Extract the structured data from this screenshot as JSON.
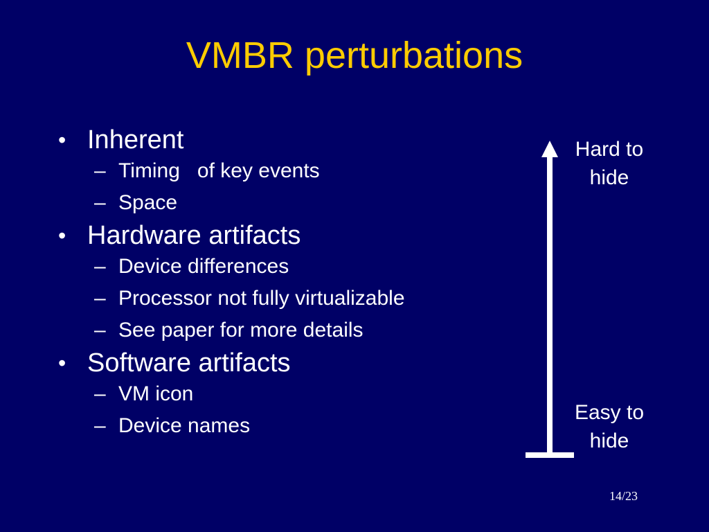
{
  "slide": {
    "title": "VMBR perturbations",
    "bullets": [
      {
        "text": "Inherent",
        "subitems": [
          "Timing   of key events",
          "Space"
        ]
      },
      {
        "text": "Hardware artifacts",
        "subitems": [
          "Device differences",
          "Processor not fully virtualizable",
          "See paper for more details"
        ]
      },
      {
        "text": "Software artifacts",
        "subitems": [
          "VM icon",
          "Device names"
        ]
      }
    ],
    "bullet_glyph": "•",
    "dash_glyph": "–",
    "scale": {
      "top_label_line1": "Hard to",
      "top_label_line2": "hide",
      "bottom_label_line1": "Easy to",
      "bottom_label_line2": "hide"
    },
    "page_number": "14/23"
  },
  "colors": {
    "background": "#000066",
    "title": "#ffcc00",
    "text": "#ffffff"
  }
}
